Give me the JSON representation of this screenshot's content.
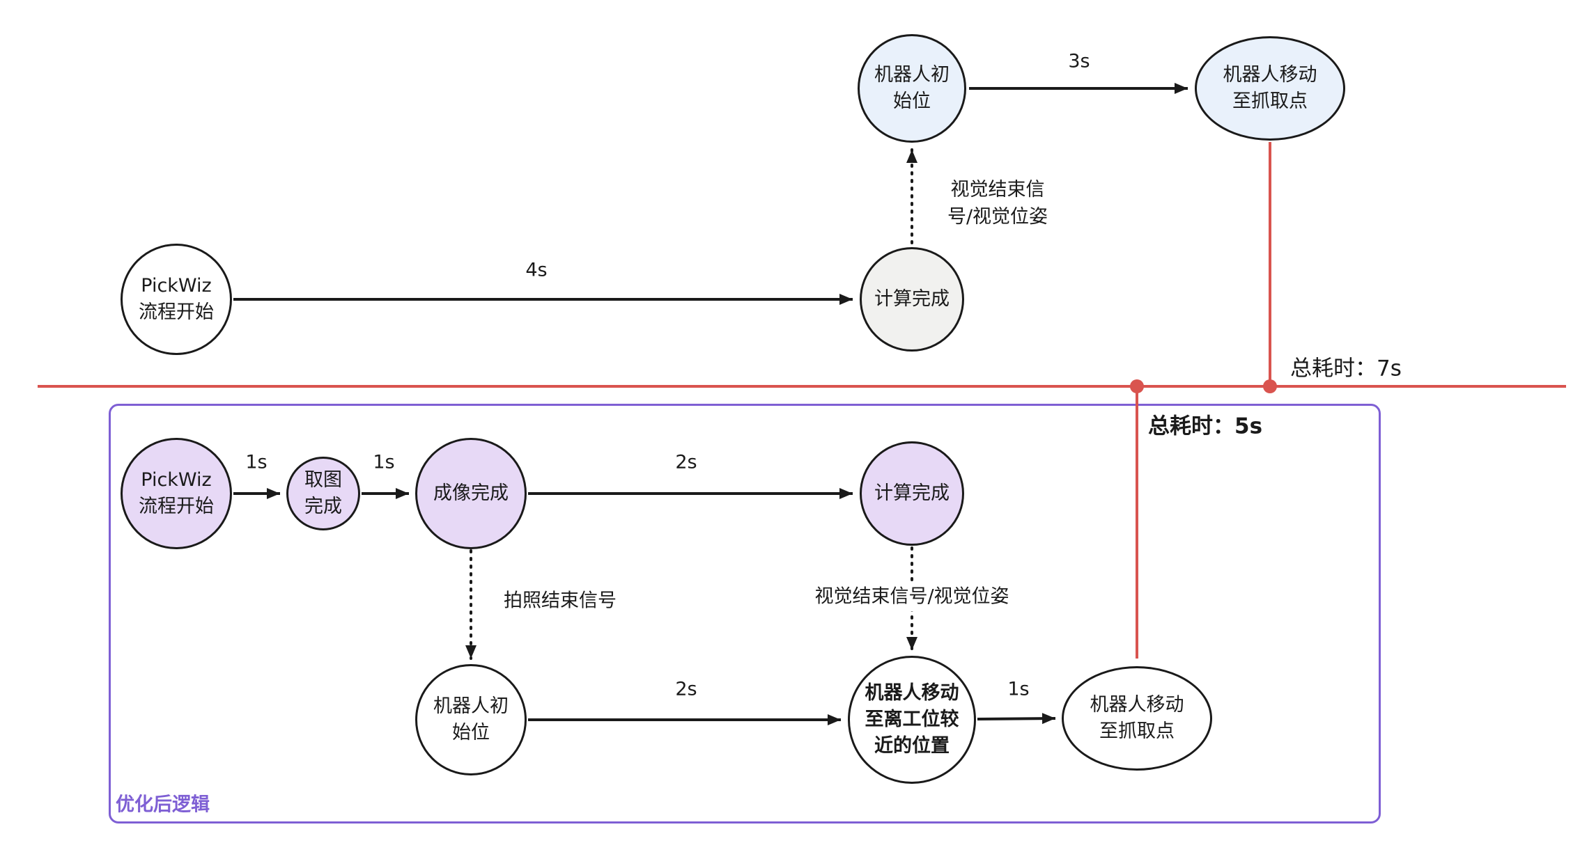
{
  "colors": {
    "node_border": "#1a1a1a",
    "purple_node_fill": "#e7d9f6",
    "blue_node_fill": "#e9f1fb",
    "gray_node_fill": "#f1f1ef",
    "white_node_fill": "#ffffff",
    "red_timeline": "#d9544f",
    "optimized_box_border": "#7e5fd4"
  },
  "top_flow": {
    "nodes": {
      "start": "PickWiz\n流程开始",
      "compute_done": "计算完成",
      "robot_init": "机器人初\n始位",
      "robot_to_grab": "机器人移动\n至抓取点"
    },
    "edges": {
      "start_to_compute": "4s",
      "init_to_grab": "3s",
      "compute_to_init_signal": "视觉结束信\n号/视觉位姿"
    },
    "total_time": "总耗时：7s"
  },
  "optimized_flow": {
    "box_label": "优化后逻辑",
    "total_time": "总耗时：5s",
    "nodes": {
      "start": "PickWiz\n流程开始",
      "capture_done": "取图\n完成",
      "imaging_done": "成像完成",
      "compute_done": "计算完成",
      "robot_init": "机器人初\n始位",
      "robot_near_station": "机器人移动\n至离工位较\n近的位置",
      "robot_to_grab": "机器人移动\n至抓取点"
    },
    "edges": {
      "start_to_capture": "1s",
      "capture_to_imaging": "1s",
      "imaging_to_compute": "2s",
      "init_to_near": "2s",
      "near_to_grab": "1s",
      "photo_signal": "拍照结束信号",
      "vision_signal": "视觉结束信号/视觉位姿"
    }
  }
}
